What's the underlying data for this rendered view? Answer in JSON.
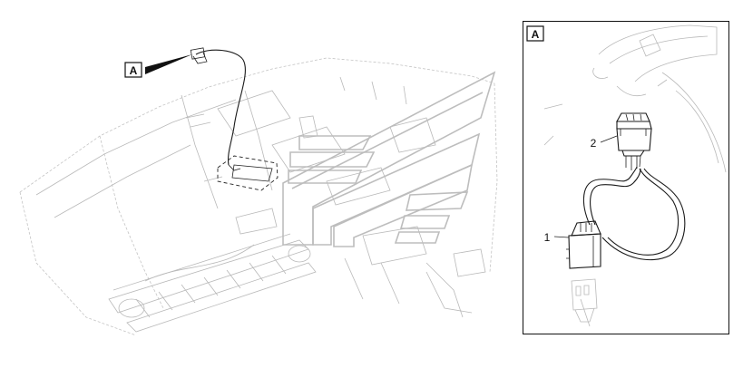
{
  "main_view": {
    "callout_label": "A"
  },
  "detail_view": {
    "title_label": "A",
    "parts": [
      {
        "number": "1"
      },
      {
        "number": "2"
      }
    ]
  }
}
